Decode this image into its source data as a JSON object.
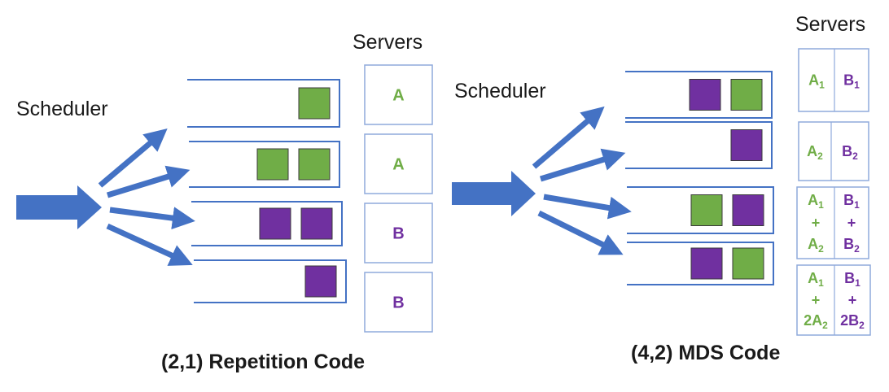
{
  "colors": {
    "arrow": "#4472C4",
    "queue_border": "#4472C4",
    "server_border": "#8FAADC",
    "green": "#70AD47",
    "purple": "#7030A0"
  },
  "left": {
    "scheduler_label": "Scheduler",
    "servers_label": "Servers",
    "caption": "(2,1) Repetition Code",
    "queues": [
      {
        "jobs": [
          "green"
        ]
      },
      {
        "jobs": [
          "green",
          "green"
        ]
      },
      {
        "jobs": [
          "purple",
          "purple"
        ]
      },
      {
        "jobs": [
          "purple"
        ]
      }
    ],
    "servers": [
      {
        "label": "A",
        "color": "green"
      },
      {
        "label": "A",
        "color": "green"
      },
      {
        "label": "B",
        "color": "purple"
      },
      {
        "label": "B",
        "color": "purple"
      }
    ]
  },
  "right": {
    "scheduler_label": "Scheduler",
    "servers_label": "Servers",
    "caption": "(4,2) MDS Code",
    "queues": [
      {
        "jobs": [
          "purple",
          "green"
        ]
      },
      {
        "jobs": [
          "purple"
        ]
      },
      {
        "jobs": [
          "green",
          "purple"
        ]
      },
      {
        "jobs": [
          "purple",
          "green"
        ]
      }
    ],
    "servers": [
      {
        "a": [
          "A",
          "1"
        ],
        "b": [
          "B",
          "1"
        ]
      },
      {
        "a": [
          "A",
          "2"
        ],
        "b": [
          "B",
          "2"
        ]
      },
      {
        "a": [
          "A",
          "1",
          "+",
          "A",
          "2"
        ],
        "b": [
          "B",
          "1",
          "+",
          "B",
          "2"
        ]
      },
      {
        "a": [
          "A",
          "1",
          "+",
          "2A",
          "2"
        ],
        "b": [
          "B",
          "1",
          "+",
          "2B",
          "2"
        ]
      }
    ]
  }
}
